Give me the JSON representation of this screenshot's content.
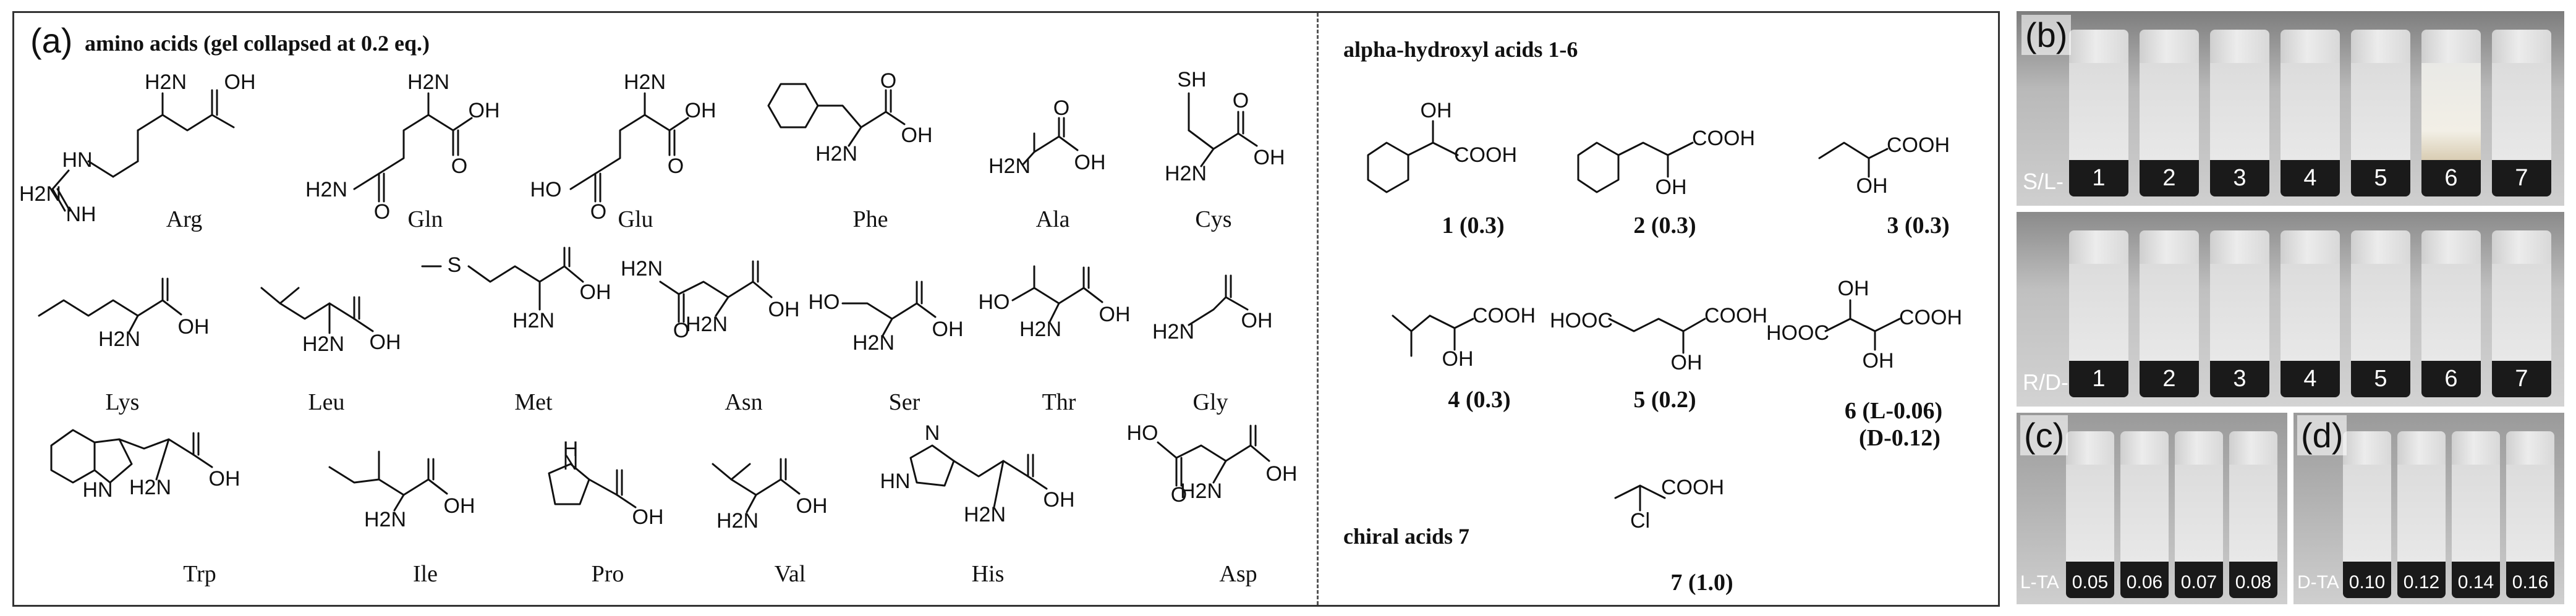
{
  "panel_a": {
    "letter": "(a)",
    "amino_header": "amino acids (gel collapsed at 0.2 eq.)",
    "hydroxy_header": "alpha-hydroxyl acids 1-6",
    "chiral_header": "chiral acids 7"
  },
  "amino_acids": [
    {
      "abbr": "Arg"
    },
    {
      "abbr": "Gln"
    },
    {
      "abbr": "Glu"
    },
    {
      "abbr": "Phe"
    },
    {
      "abbr": "Ala"
    },
    {
      "abbr": "Cys"
    },
    {
      "abbr": "Lys"
    },
    {
      "abbr": "Leu"
    },
    {
      "abbr": "Met"
    },
    {
      "abbr": "Asn"
    },
    {
      "abbr": "Ser"
    },
    {
      "abbr": "Thr"
    },
    {
      "abbr": "Gly"
    },
    {
      "abbr": "Trp"
    },
    {
      "abbr": "Ile"
    },
    {
      "abbr": "Pro"
    },
    {
      "abbr": "Val"
    },
    {
      "abbr": "His"
    },
    {
      "abbr": "Asp"
    }
  ],
  "atom_labels": {
    "oh": "OH",
    "h2n": "H2N",
    "nh": "NH",
    "hn": "HN",
    "n": "N",
    "h": "H",
    "sh": "SH",
    "s": "S",
    "ho": "HO",
    "cooh": "COOH",
    "hooc": "HOOC",
    "cl": "Cl",
    "o": "O"
  },
  "hydroxy_acids": [
    {
      "label": "1 (0.3)"
    },
    {
      "label": "2 (0.3)"
    },
    {
      "label": "3 (0.3)"
    },
    {
      "label": "4 (0.3)"
    },
    {
      "label": "5 (0.2)"
    },
    {
      "label": "6 (L-0.06)",
      "label2": "(D-0.12)"
    },
    {
      "label": "7 (1.0)"
    }
  ],
  "photos": {
    "b": {
      "letter": "(b)",
      "rows": [
        {
          "tag": "S/L-",
          "vials": [
            "1",
            "2",
            "3",
            "4",
            "5",
            "6",
            "7"
          ]
        },
        {
          "tag": "R/D-",
          "vials": [
            "1",
            "2",
            "3",
            "4",
            "5",
            "6",
            "7"
          ]
        }
      ]
    },
    "c": {
      "letter": "(c)",
      "tag": "L-TA",
      "vials": [
        "0.05",
        "0.06",
        "0.07",
        "0.08"
      ]
    },
    "d": {
      "letter": "(d)",
      "tag": "D-TA",
      "vials": [
        "0.10",
        "0.12",
        "0.14",
        "0.16"
      ]
    }
  }
}
